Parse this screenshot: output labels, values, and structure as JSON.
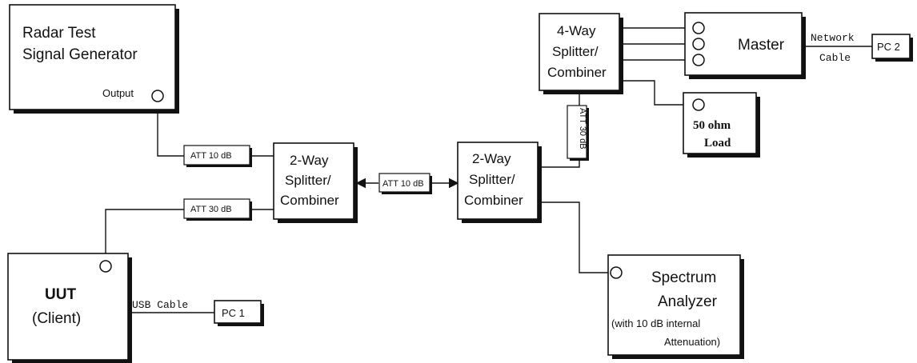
{
  "blocks": {
    "radar_generator": {
      "line1": "Radar Test",
      "line2": "Signal Generator",
      "port_label": "Output"
    },
    "uut": {
      "line1": "UUT",
      "line2": "(Client)"
    },
    "pc1": {
      "label": "PC 1"
    },
    "pc2": {
      "label": "PC 2"
    },
    "splitter_left": {
      "line1": "2-Way",
      "line2": "Splitter/",
      "line3": "Combiner"
    },
    "splitter_mid": {
      "line1": "2-Way",
      "line2": "Splitter/",
      "line3": "Combiner"
    },
    "splitter_4way": {
      "line1": "4-Way",
      "line2": "Splitter/",
      "line3": "Combiner"
    },
    "master": {
      "label": "Master"
    },
    "load": {
      "line1": "50 ohm",
      "line2": "Load"
    },
    "spectrum": {
      "line1": "Spectrum",
      "line2": "Analyzer",
      "line3": "(with 10 dB internal",
      "line4": "Attenuation)"
    }
  },
  "attenuators": {
    "att_gen": "ATT 10 dB",
    "att_uut": "ATT 30 dB",
    "att_mid": "ATT 10 dB",
    "att_vertical": "ATT 30 dB"
  },
  "cables": {
    "usb_label": "USB Cable",
    "network_line1": "Network",
    "network_line2": "Cable"
  }
}
